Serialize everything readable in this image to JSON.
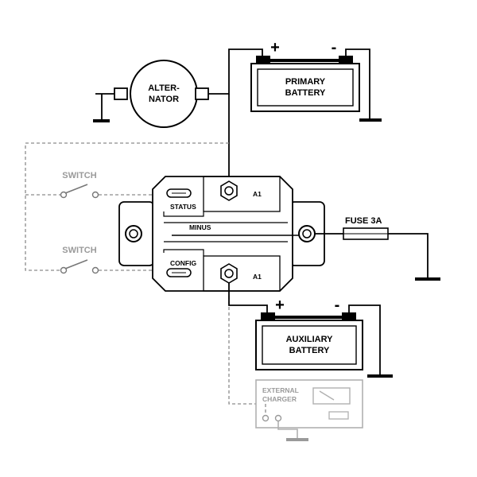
{
  "alternator": {
    "line1": "ALTER-",
    "line2": "NATOR"
  },
  "primary_battery": {
    "line1": "PRIMARY",
    "line2": "BATTERY",
    "plus": "+",
    "minus": "-"
  },
  "auxiliary_battery": {
    "line1": "AUXILIARY",
    "line2": "BATTERY",
    "plus": "+",
    "minus": "-"
  },
  "switch_top": {
    "label": "SWITCH"
  },
  "switch_bottom": {
    "label": "SWITCH"
  },
  "relay": {
    "status_label": "STATUS",
    "minus_label": "MINUS",
    "config_label": "CONFIG",
    "terminal_top_label": "A1",
    "terminal_bottom_label": "A1"
  },
  "fuse": {
    "label": "FUSE 3A"
  },
  "external_charger": {
    "line1": "EXTERNAL",
    "line2": "CHARGER"
  },
  "colors": {
    "ink": "#000000",
    "dashed_wire": "#8c8c8c",
    "disabled": "#b0b0b0"
  }
}
